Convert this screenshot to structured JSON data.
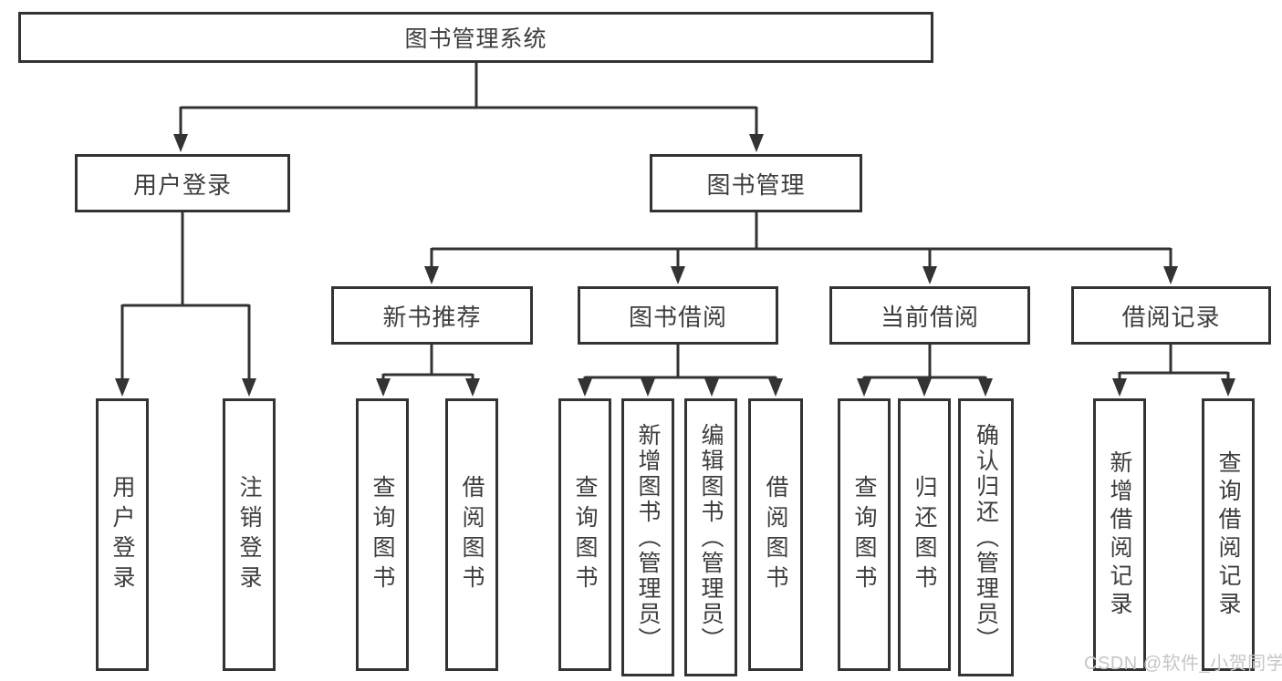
{
  "diagram": {
    "type": "hierarchy-tree",
    "background": "#ffffff",
    "colors": {
      "line": "#333333",
      "border": "#333333",
      "text": "#3d3d3d",
      "watermark": "#c6c6c6"
    },
    "watermark": "CSDN @软件_小贺同学",
    "nodes": {
      "root": {
        "label": "图书管理系统"
      },
      "user_login": {
        "label": "用户登录"
      },
      "book_mgmt": {
        "label": "图书管理"
      },
      "new_book": {
        "label": "新书推荐"
      },
      "book_borrow": {
        "label": "图书借阅"
      },
      "current_borrow": {
        "label": "当前借阅"
      },
      "borrow_records": {
        "label": "借阅记录"
      },
      "leaf_user_login": {
        "label": "用户登录"
      },
      "leaf_logout": {
        "label": "注销登录"
      },
      "leaf_query_book_1": {
        "label": "查询图书"
      },
      "leaf_borrow_book_1": {
        "label": "借阅图书"
      },
      "leaf_query_book_2": {
        "label": "查询图书"
      },
      "leaf_add_book": {
        "label": "新增图书（管理员）"
      },
      "leaf_edit_book": {
        "label": "编辑图书（管理员）"
      },
      "leaf_borrow_book_2": {
        "label": "借阅图书"
      },
      "leaf_query_book_3": {
        "label": "查询图书"
      },
      "leaf_return_book": {
        "label": "归还图书"
      },
      "leaf_confirm_return": {
        "label": "确认归还（管理员）"
      },
      "leaf_add_record": {
        "label": "新增借阅记录"
      },
      "leaf_query_record": {
        "label": "查询借阅记录"
      }
    },
    "hierarchy": {
      "图书管理系统": {
        "用户登录": [
          "用户登录",
          "注销登录"
        ],
        "图书管理": {
          "新书推荐": [
            "查询图书",
            "借阅图书"
          ],
          "图书借阅": [
            "查询图书",
            "新增图书（管理员）",
            "编辑图书（管理员）",
            "借阅图书"
          ],
          "当前借阅": [
            "查询图书",
            "归还图书",
            "确认归还（管理员）"
          ],
          "借阅记录": [
            "新增借阅记录",
            "查询借阅记录"
          ]
        }
      }
    }
  }
}
